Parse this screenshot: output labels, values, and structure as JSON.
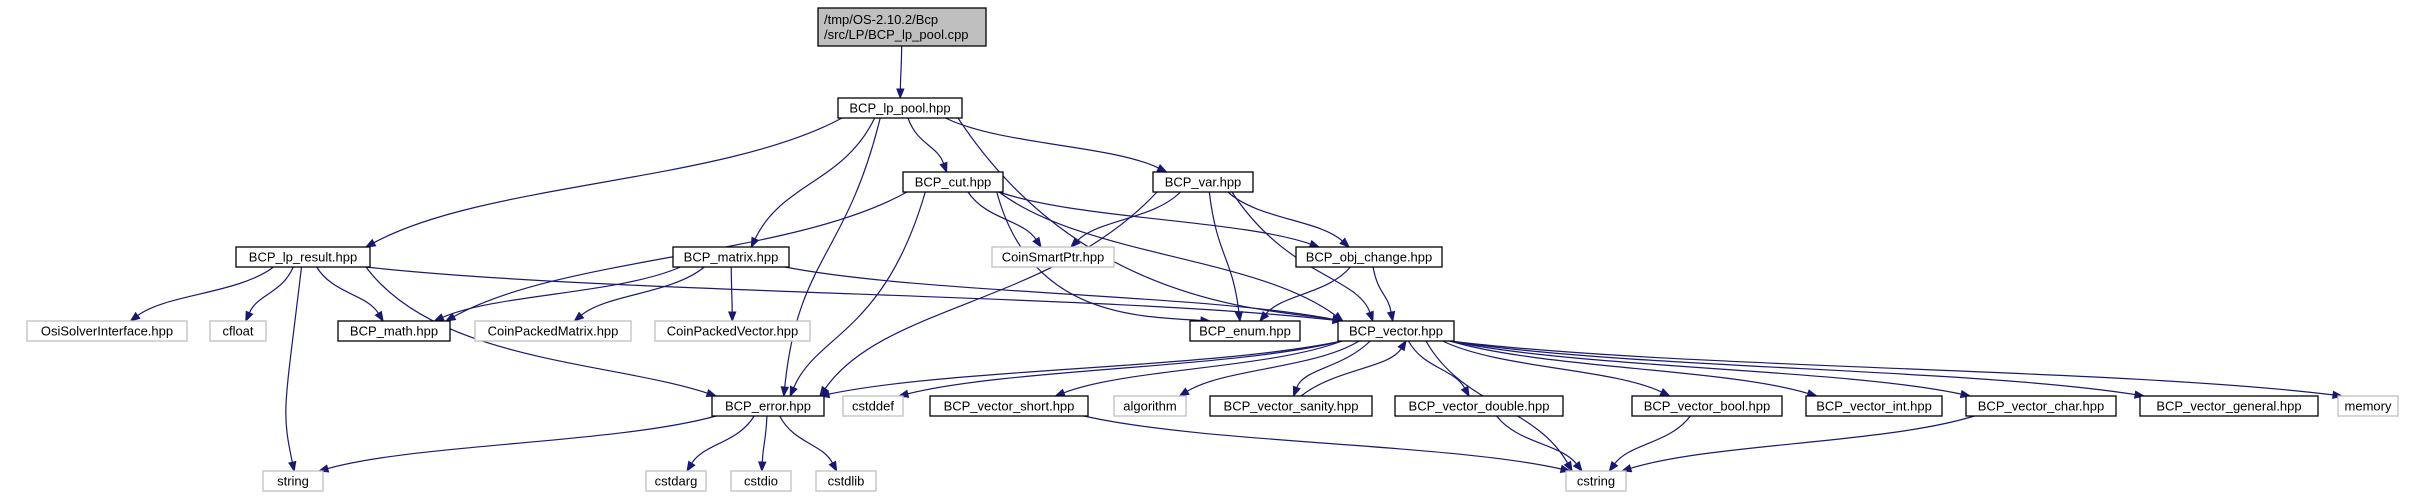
{
  "colors": {
    "edge": "#191970",
    "node_border": "#000000",
    "ext_border": "#bfbfbf",
    "root_fill": "#bfbfbf",
    "node_fill": "#ffffff",
    "ext_text": "#000000"
  },
  "nodes": [
    {
      "id": "root",
      "lines": [
        "/tmp/OS-2.10.2/Bcp",
        "/src/LP/BCP_lp_pool.cpp"
      ],
      "kind": "root"
    },
    {
      "id": "bcp_lp_pool_hpp",
      "lines": [
        "BCP_lp_pool.hpp"
      ],
      "kind": "file"
    },
    {
      "id": "bcp_cut_hpp",
      "lines": [
        "BCP_cut.hpp"
      ],
      "kind": "file"
    },
    {
      "id": "bcp_var_hpp",
      "lines": [
        "BCP_var.hpp"
      ],
      "kind": "file"
    },
    {
      "id": "bcp_lp_result_hpp",
      "lines": [
        "BCP_lp_result.hpp"
      ],
      "kind": "file"
    },
    {
      "id": "bcp_matrix_hpp",
      "lines": [
        "BCP_matrix.hpp"
      ],
      "kind": "file"
    },
    {
      "id": "coinsmartptr_hpp",
      "lines": [
        "CoinSmartPtr.hpp"
      ],
      "kind": "external"
    },
    {
      "id": "bcp_obj_change_hpp",
      "lines": [
        "BCP_obj_change.hpp"
      ],
      "kind": "file"
    },
    {
      "id": "osisolverinterface_hpp",
      "lines": [
        "OsiSolverInterface.hpp"
      ],
      "kind": "external"
    },
    {
      "id": "cfloat",
      "lines": [
        "cfloat"
      ],
      "kind": "external"
    },
    {
      "id": "bcp_math_hpp",
      "lines": [
        "BCP_math.hpp"
      ],
      "kind": "file"
    },
    {
      "id": "coinpackedmatrix_hpp",
      "lines": [
        "CoinPackedMatrix.hpp"
      ],
      "kind": "external"
    },
    {
      "id": "coinpackedvector_hpp",
      "lines": [
        "CoinPackedVector.hpp"
      ],
      "kind": "external"
    },
    {
      "id": "bcp_enum_hpp",
      "lines": [
        "BCP_enum.hpp"
      ],
      "kind": "file"
    },
    {
      "id": "bcp_vector_hpp",
      "lines": [
        "BCP_vector.hpp"
      ],
      "kind": "file"
    },
    {
      "id": "bcp_error_hpp",
      "lines": [
        "BCP_error.hpp"
      ],
      "kind": "file"
    },
    {
      "id": "cstddef",
      "lines": [
        "cstddef"
      ],
      "kind": "external"
    },
    {
      "id": "bcp_vector_short_hpp",
      "lines": [
        "BCP_vector_short.hpp"
      ],
      "kind": "file"
    },
    {
      "id": "algorithm",
      "lines": [
        "algorithm"
      ],
      "kind": "external"
    },
    {
      "id": "bcp_vector_sanity_hpp",
      "lines": [
        "BCP_vector_sanity.hpp"
      ],
      "kind": "file"
    },
    {
      "id": "bcp_vector_double_hpp",
      "lines": [
        "BCP_vector_double.hpp"
      ],
      "kind": "file"
    },
    {
      "id": "bcp_vector_bool_hpp",
      "lines": [
        "BCP_vector_bool.hpp"
      ],
      "kind": "file"
    },
    {
      "id": "bcp_vector_int_hpp",
      "lines": [
        "BCP_vector_int.hpp"
      ],
      "kind": "file"
    },
    {
      "id": "bcp_vector_char_hpp",
      "lines": [
        "BCP_vector_char.hpp"
      ],
      "kind": "file"
    },
    {
      "id": "bcp_vector_general_hpp",
      "lines": [
        "BCP_vector_general.hpp"
      ],
      "kind": "file"
    },
    {
      "id": "memory",
      "lines": [
        "memory"
      ],
      "kind": "external"
    },
    {
      "id": "string",
      "lines": [
        "string"
      ],
      "kind": "external"
    },
    {
      "id": "cstdarg",
      "lines": [
        "cstdarg"
      ],
      "kind": "external"
    },
    {
      "id": "cstdio",
      "lines": [
        "cstdio"
      ],
      "kind": "external"
    },
    {
      "id": "cstdlib",
      "lines": [
        "cstdlib"
      ],
      "kind": "external"
    },
    {
      "id": "cstring",
      "lines": [
        "cstring"
      ],
      "kind": "external"
    }
  ],
  "edges": [
    {
      "from": "root",
      "to": "bcp_lp_pool_hpp"
    },
    {
      "from": "bcp_lp_pool_hpp",
      "to": "bcp_lp_result_hpp"
    },
    {
      "from": "bcp_lp_pool_hpp",
      "to": "bcp_matrix_hpp"
    },
    {
      "from": "bcp_lp_pool_hpp",
      "to": "bcp_cut_hpp"
    },
    {
      "from": "bcp_lp_pool_hpp",
      "to": "bcp_var_hpp"
    },
    {
      "from": "bcp_lp_pool_hpp",
      "to": "bcp_error_hpp"
    },
    {
      "from": "bcp_lp_pool_hpp",
      "to": "bcp_vector_hpp"
    },
    {
      "from": "bcp_cut_hpp",
      "to": "bcp_math_hpp"
    },
    {
      "from": "bcp_cut_hpp",
      "to": "coinsmartptr_hpp"
    },
    {
      "from": "bcp_cut_hpp",
      "to": "bcp_obj_change_hpp"
    },
    {
      "from": "bcp_cut_hpp",
      "to": "bcp_enum_hpp"
    },
    {
      "from": "bcp_cut_hpp",
      "to": "bcp_vector_hpp"
    },
    {
      "from": "bcp_cut_hpp",
      "to": "bcp_error_hpp"
    },
    {
      "from": "bcp_var_hpp",
      "to": "coinsmartptr_hpp"
    },
    {
      "from": "bcp_var_hpp",
      "to": "bcp_obj_change_hpp"
    },
    {
      "from": "bcp_var_hpp",
      "to": "bcp_enum_hpp"
    },
    {
      "from": "bcp_var_hpp",
      "to": "bcp_vector_hpp"
    },
    {
      "from": "bcp_var_hpp",
      "to": "bcp_error_hpp"
    },
    {
      "from": "bcp_lp_result_hpp",
      "to": "osisolverinterface_hpp"
    },
    {
      "from": "bcp_lp_result_hpp",
      "to": "cfloat"
    },
    {
      "from": "bcp_lp_result_hpp",
      "to": "bcp_math_hpp"
    },
    {
      "from": "bcp_lp_result_hpp",
      "to": "bcp_vector_hpp"
    },
    {
      "from": "bcp_lp_result_hpp",
      "to": "bcp_error_hpp"
    },
    {
      "from": "bcp_lp_result_hpp",
      "to": "string"
    },
    {
      "from": "bcp_matrix_hpp",
      "to": "bcp_math_hpp"
    },
    {
      "from": "bcp_matrix_hpp",
      "to": "coinpackedmatrix_hpp"
    },
    {
      "from": "bcp_matrix_hpp",
      "to": "coinpackedvector_hpp"
    },
    {
      "from": "bcp_matrix_hpp",
      "to": "bcp_vector_hpp"
    },
    {
      "from": "bcp_obj_change_hpp",
      "to": "bcp_enum_hpp"
    },
    {
      "from": "bcp_obj_change_hpp",
      "to": "bcp_vector_hpp"
    },
    {
      "from": "bcp_vector_hpp",
      "to": "bcp_error_hpp"
    },
    {
      "from": "bcp_vector_hpp",
      "to": "cstddef"
    },
    {
      "from": "bcp_vector_hpp",
      "to": "bcp_vector_short_hpp"
    },
    {
      "from": "bcp_vector_hpp",
      "to": "algorithm"
    },
    {
      "from": "bcp_vector_hpp",
      "to": "bcp_vector_sanity_hpp"
    },
    {
      "from": "bcp_vector_sanity_hpp",
      "to": "bcp_vector_hpp"
    },
    {
      "from": "bcp_vector_hpp",
      "to": "bcp_vector_double_hpp"
    },
    {
      "from": "bcp_vector_hpp",
      "to": "bcp_vector_bool_hpp"
    },
    {
      "from": "bcp_vector_hpp",
      "to": "bcp_vector_int_hpp"
    },
    {
      "from": "bcp_vector_hpp",
      "to": "bcp_vector_char_hpp"
    },
    {
      "from": "bcp_vector_hpp",
      "to": "bcp_vector_general_hpp"
    },
    {
      "from": "bcp_vector_hpp",
      "to": "memory"
    },
    {
      "from": "bcp_vector_hpp",
      "to": "cstring"
    },
    {
      "from": "bcp_error_hpp",
      "to": "string"
    },
    {
      "from": "bcp_error_hpp",
      "to": "cstdarg"
    },
    {
      "from": "bcp_error_hpp",
      "to": "cstdio"
    },
    {
      "from": "bcp_error_hpp",
      "to": "cstdlib"
    },
    {
      "from": "bcp_vector_short_hpp",
      "to": "cstring"
    },
    {
      "from": "bcp_vector_double_hpp",
      "to": "cstring"
    },
    {
      "from": "bcp_vector_bool_hpp",
      "to": "cstring"
    },
    {
      "from": "bcp_vector_char_hpp",
      "to": "cstring"
    }
  ]
}
